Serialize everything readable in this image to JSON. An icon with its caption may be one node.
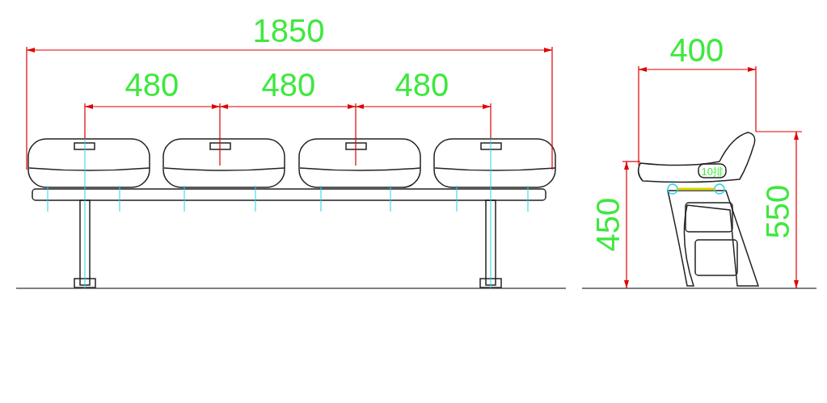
{
  "diagram": {
    "labels": [
      "1850",
      "480",
      "480",
      "480",
      "400",
      "10排",
      "450",
      "550"
    ]
  }
}
